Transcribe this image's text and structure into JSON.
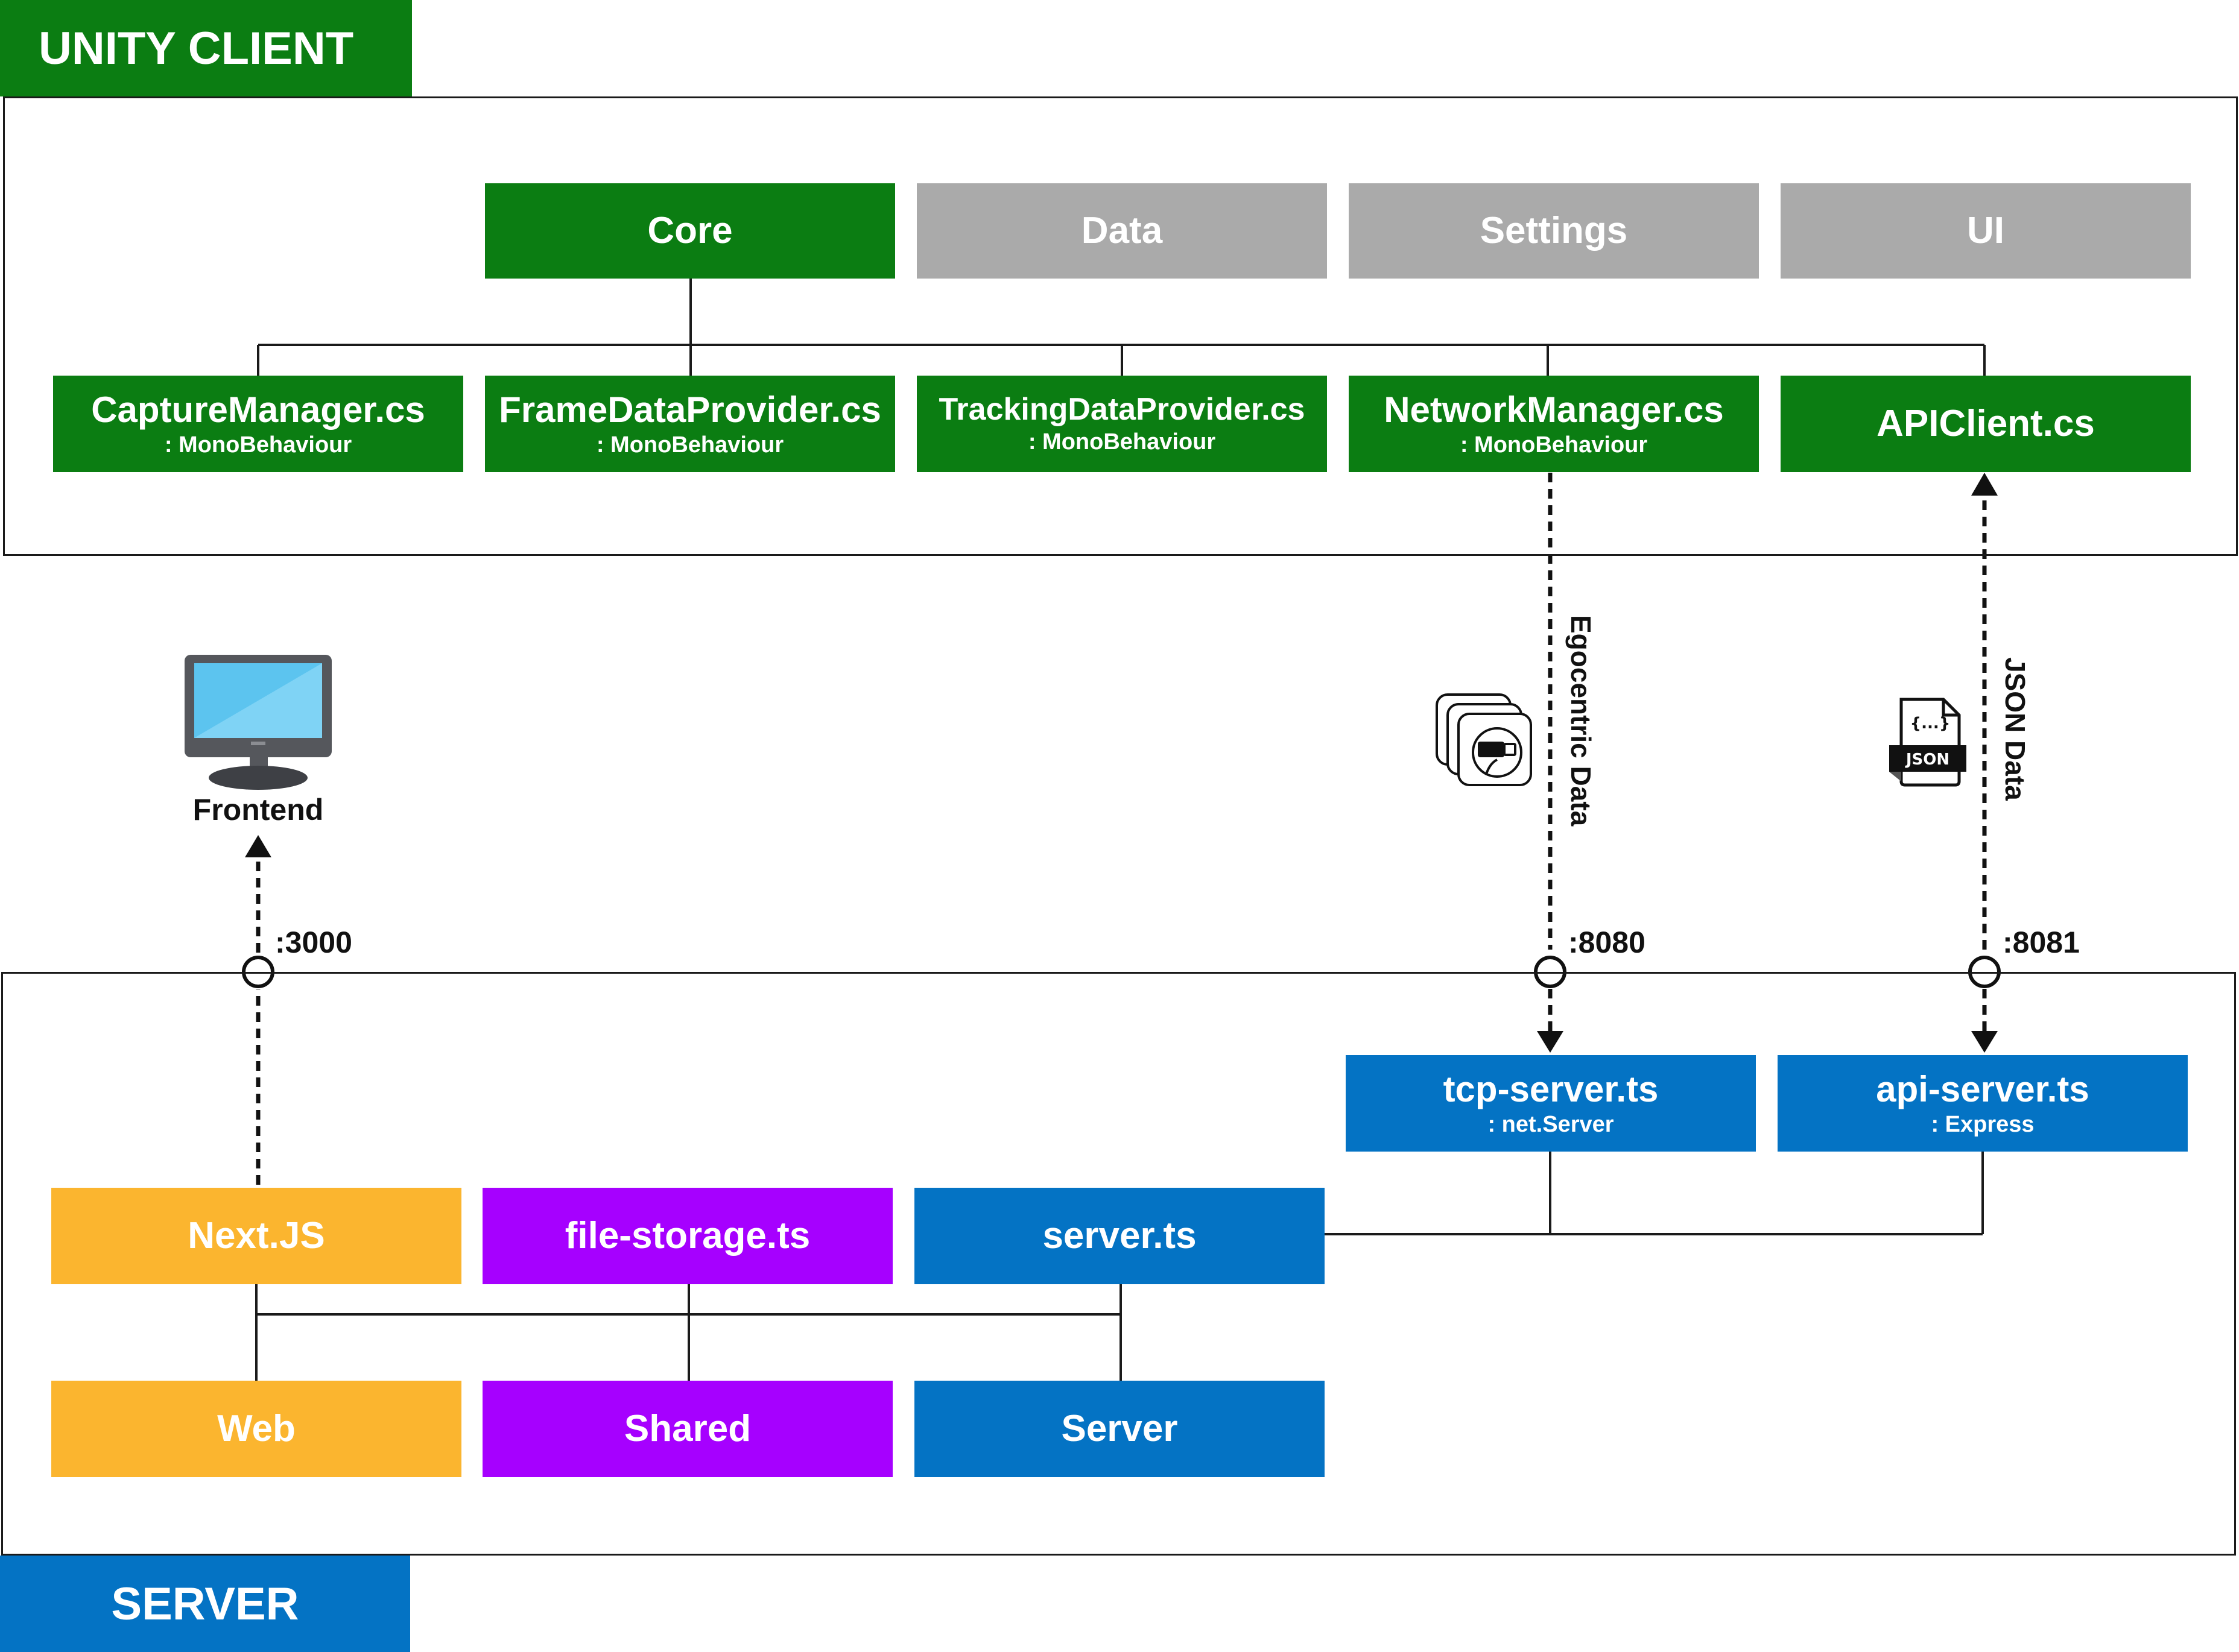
{
  "unity_client": {
    "tag": "UNITY CLIENT",
    "categories": [
      "Core",
      "Data",
      "Settings",
      "UI"
    ],
    "scripts": [
      {
        "name": "CaptureManager.cs",
        "base": ": MonoBehaviour"
      },
      {
        "name": "FrameDataProvider.cs",
        "base": ": MonoBehaviour"
      },
      {
        "name": "TrackingDataProvider.cs",
        "base": ": MonoBehaviour"
      },
      {
        "name": "NetworkManager.cs",
        "base": ": MonoBehaviour"
      },
      {
        "name": "APIClient.cs",
        "base": ""
      }
    ]
  },
  "server": {
    "tag": "SERVER",
    "endpoints": [
      {
        "name": "tcp-server.ts",
        "base": ": net.Server"
      },
      {
        "name": "api-server.ts",
        "base": ": Express"
      }
    ],
    "modules": [
      "Next.JS",
      "file-storage.ts",
      "server.ts"
    ],
    "packages": [
      "Web",
      "Shared",
      "Server"
    ]
  },
  "frontend": {
    "label": "Frontend",
    "icon": "monitor-icon"
  },
  "ports": [
    ":3000",
    ":8080",
    ":8081"
  ],
  "flows": [
    {
      "label": "Egocentric Data",
      "icon": "vr-frames-icon"
    },
    {
      "label": "JSON Data",
      "icon": "json-file-icon",
      "icon_text": "{...}",
      "badge": "JSON"
    }
  ],
  "colors": {
    "unity_green": "#0b7d12",
    "inactive_grey": "#aaaaaa",
    "server_blue": "#0473c4",
    "web_yellow": "#fbb52f",
    "shared_purple": "#a600ff"
  }
}
